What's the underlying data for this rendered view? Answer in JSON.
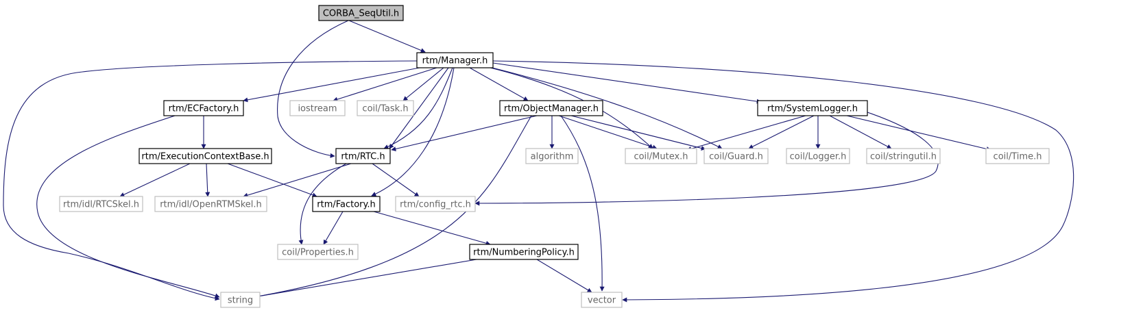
{
  "colors": {
    "edge": "#191970",
    "root_fill": "#bfbfbf",
    "local_border": "#000000",
    "external_border": "#bfbfbf",
    "local_text": "#000000",
    "external_text": "#666666",
    "background": "#ffffff"
  },
  "nodes": [
    {
      "id": "corba_sequtil",
      "label": "CORBA_SeqUtil.h",
      "kind": "root"
    },
    {
      "id": "manager",
      "label": "rtm/Manager.h",
      "kind": "local"
    },
    {
      "id": "ecfactory",
      "label": "rtm/ECFactory.h",
      "kind": "local"
    },
    {
      "id": "iostream",
      "label": "iostream",
      "kind": "external"
    },
    {
      "id": "coil_task",
      "label": "coil/Task.h",
      "kind": "external"
    },
    {
      "id": "objectmanager",
      "label": "rtm/ObjectManager.h",
      "kind": "local"
    },
    {
      "id": "systemlogger",
      "label": "rtm/SystemLogger.h",
      "kind": "local"
    },
    {
      "id": "execctxbase",
      "label": "rtm/ExecutionContextBase.h",
      "kind": "local"
    },
    {
      "id": "rtc",
      "label": "rtm/RTC.h",
      "kind": "local"
    },
    {
      "id": "algorithm",
      "label": "algorithm",
      "kind": "external"
    },
    {
      "id": "coil_mutex",
      "label": "coil/Mutex.h",
      "kind": "external"
    },
    {
      "id": "coil_guard",
      "label": "coil/Guard.h",
      "kind": "external"
    },
    {
      "id": "coil_logger",
      "label": "coil/Logger.h",
      "kind": "external"
    },
    {
      "id": "coil_stringutil",
      "label": "coil/stringutil.h",
      "kind": "external"
    },
    {
      "id": "coil_time",
      "label": "coil/Time.h",
      "kind": "external"
    },
    {
      "id": "rtcskel",
      "label": "rtm/idl/RTCSkel.h",
      "kind": "external"
    },
    {
      "id": "openrtmskel",
      "label": "rtm/idl/OpenRTMSkel.h",
      "kind": "external"
    },
    {
      "id": "factory",
      "label": "rtm/Factory.h",
      "kind": "local"
    },
    {
      "id": "config_rtc",
      "label": "rtm/config_rtc.h",
      "kind": "external"
    },
    {
      "id": "coil_properties",
      "label": "coil/Properties.h",
      "kind": "external"
    },
    {
      "id": "numberingpolicy",
      "label": "rtm/NumberingPolicy.h",
      "kind": "local"
    },
    {
      "id": "string",
      "label": "string",
      "kind": "external"
    },
    {
      "id": "vector",
      "label": "vector",
      "kind": "external"
    }
  ],
  "edges": [
    {
      "from": "corba_sequtil",
      "to": "manager"
    },
    {
      "from": "corba_sequtil",
      "to": "rtc"
    },
    {
      "from": "manager",
      "to": "string"
    },
    {
      "from": "manager",
      "to": "ecfactory"
    },
    {
      "from": "manager",
      "to": "iostream"
    },
    {
      "from": "manager",
      "to": "coil_task"
    },
    {
      "from": "manager",
      "to": "rtc"
    },
    {
      "from": "manager",
      "to": "rtc"
    },
    {
      "from": "manager",
      "to": "factory"
    },
    {
      "from": "manager",
      "to": "objectmanager"
    },
    {
      "from": "manager",
      "to": "coil_mutex"
    },
    {
      "from": "manager",
      "to": "coil_guard"
    },
    {
      "from": "manager",
      "to": "systemlogger"
    },
    {
      "from": "manager",
      "to": "vector"
    },
    {
      "from": "ecfactory",
      "to": "execctxbase"
    },
    {
      "from": "ecfactory",
      "to": "string"
    },
    {
      "from": "execctxbase",
      "to": "rtcskel"
    },
    {
      "from": "execctxbase",
      "to": "openrtmskel"
    },
    {
      "from": "execctxbase",
      "to": "factory"
    },
    {
      "from": "rtc",
      "to": "openrtmskel"
    },
    {
      "from": "rtc",
      "to": "config_rtc"
    },
    {
      "from": "rtc",
      "to": "coil_properties"
    },
    {
      "from": "objectmanager",
      "to": "rtc"
    },
    {
      "from": "objectmanager",
      "to": "algorithm"
    },
    {
      "from": "objectmanager",
      "to": "coil_mutex"
    },
    {
      "from": "objectmanager",
      "to": "coil_guard"
    },
    {
      "from": "objectmanager",
      "to": "string"
    },
    {
      "from": "objectmanager",
      "to": "vector"
    },
    {
      "from": "systemlogger",
      "to": "coil_mutex"
    },
    {
      "from": "systemlogger",
      "to": "coil_guard"
    },
    {
      "from": "systemlogger",
      "to": "coil_logger"
    },
    {
      "from": "systemlogger",
      "to": "coil_stringutil"
    },
    {
      "from": "systemlogger",
      "to": "coil_time"
    },
    {
      "from": "systemlogger",
      "to": "config_rtc"
    },
    {
      "from": "factory",
      "to": "coil_properties"
    },
    {
      "from": "factory",
      "to": "numberingpolicy"
    },
    {
      "from": "numberingpolicy",
      "to": "string"
    },
    {
      "from": "numberingpolicy",
      "to": "vector"
    }
  ]
}
